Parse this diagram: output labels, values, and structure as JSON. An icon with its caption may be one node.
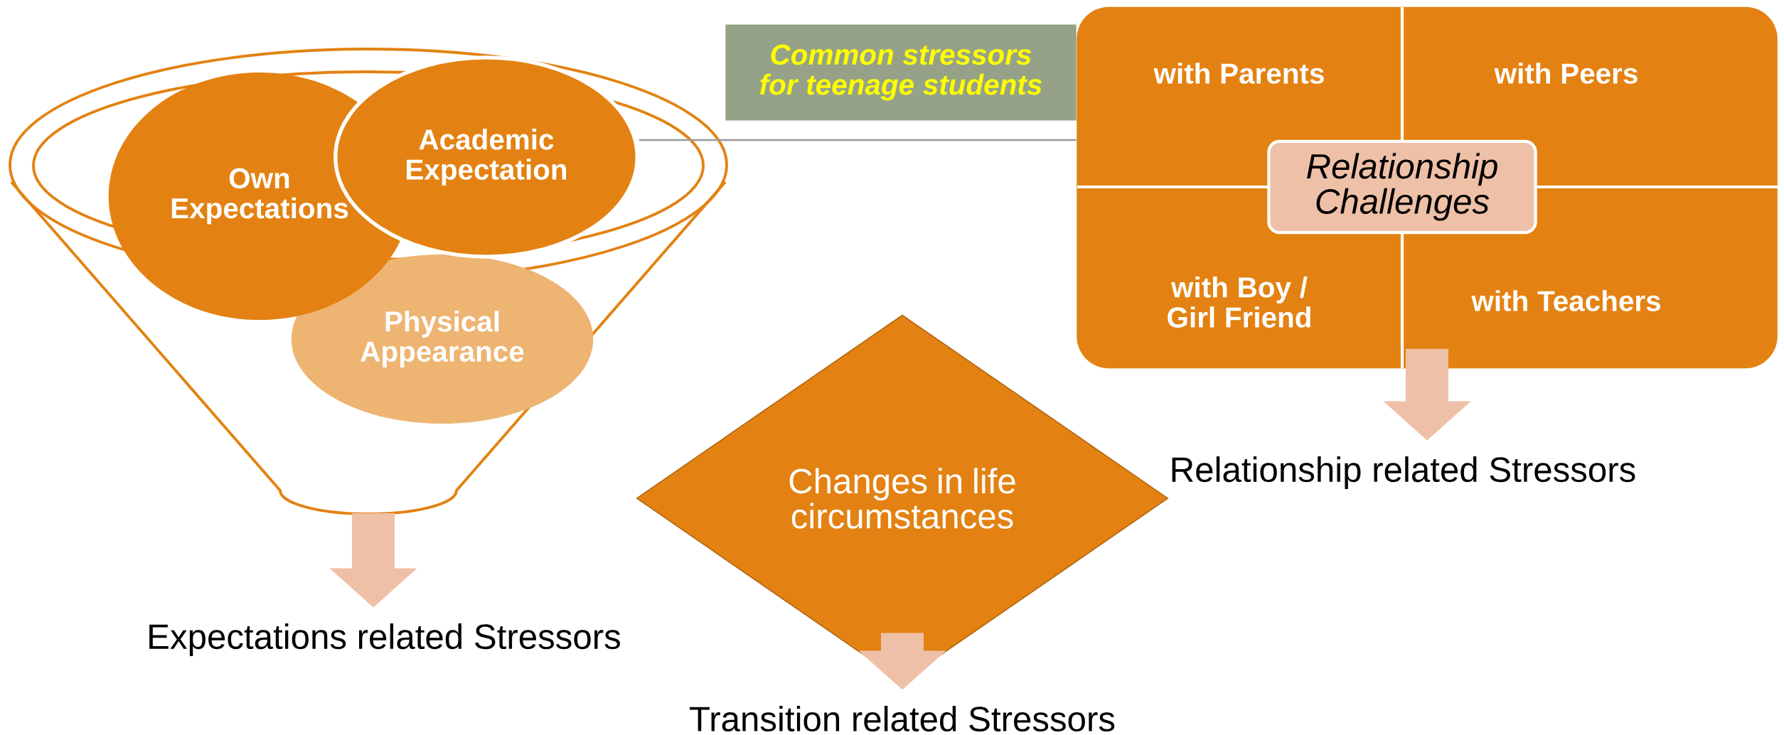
{
  "diagram": {
    "nodes": [
      {
        "text": [
          "Common stressors for teenage students"
        ]
      },
      {
        "text": [],
        "shape": "funnel"
      },
      {
        "text": [
          "Own Expectations"
        ],
        "in": 1
      },
      {
        "text": [
          "Academic Expectation"
        ],
        "in": 1
      },
      {
        "text": [
          "Physical Appearance"
        ],
        "in": 1
      },
      {
        "text": [
          "Expectations related Stressors"
        ]
      },
      {
        "text": [
          "Changes in life circumstances"
        ]
      },
      {
        "text": [
          "Transition related Stressors"
        ]
      },
      {
        "text": [],
        "shape": "box"
      },
      {
        "text": [
          "with Parents"
        ],
        "in": 8
      },
      {
        "text": [
          "with Peers"
        ],
        "in": 8
      },
      {
        "text": [
          "with Boy / Girl Friend"
        ],
        "in": 8
      },
      {
        "text": [
          "with Teachers"
        ],
        "in": 8
      },
      {
        "text": [
          "Relationship Challenges"
        ],
        "in": 8
      },
      {
        "text": [
          "Relationship related Stressors"
        ]
      }
    ],
    "edges": [
      {
        "from": 1,
        "to": 5,
        "arrow": "to"
      },
      {
        "from": 6,
        "to": 7,
        "arrow": "to"
      },
      {
        "from": 8,
        "to": 14,
        "arrow": "to"
      },
      {
        "from": 3,
        "to": 8,
        "arrow": "none",
        "color": "#999999"
      }
    ]
  }
}
